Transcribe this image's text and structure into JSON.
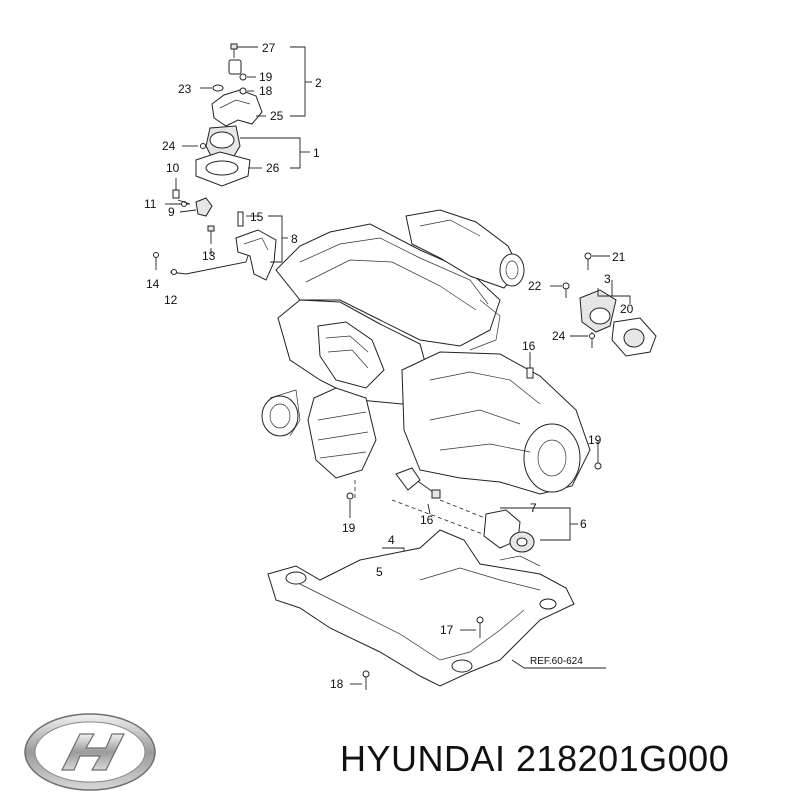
{
  "callouts": {
    "n1": "1",
    "n2": "2",
    "n3": "3",
    "n4": "4",
    "n5": "5",
    "n6": "6",
    "n7": "7",
    "n8": "8",
    "n9": "9",
    "n10": "10",
    "n11": "11",
    "n12": "12",
    "n13": "13",
    "n14": "14",
    "n15": "15",
    "n16a": "16",
    "n16b": "16",
    "n17": "17",
    "n18a": "18",
    "n18b": "18",
    "n19a": "19",
    "n19b": "19",
    "n19c": "19",
    "n20": "20",
    "n21": "21",
    "n22": "22",
    "n23": "23",
    "n24a": "24",
    "n24b": "24",
    "n25": "25",
    "n26": "26",
    "n27": "27"
  },
  "reference": "REF.60-624",
  "brand": {
    "logo": "hyundai-logo",
    "caption": "HYUNDAI 218201G000"
  }
}
